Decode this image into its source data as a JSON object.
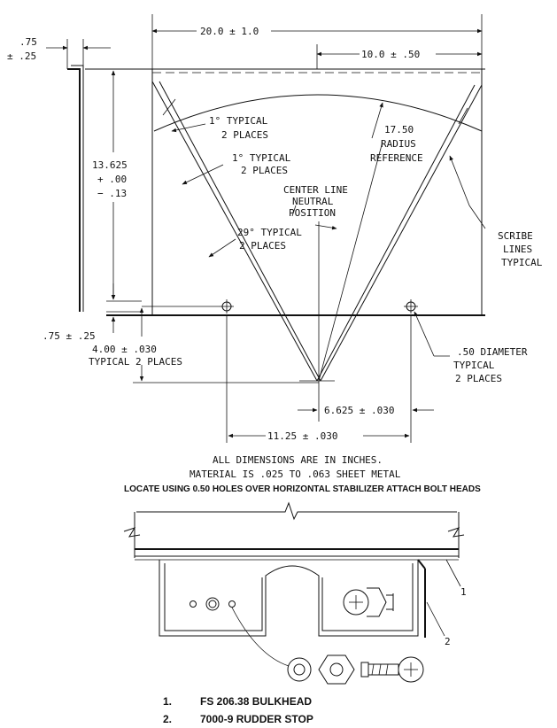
{
  "drawing": {
    "dimensions": {
      "overall_width": "20.0 ± 1.0",
      "half_width": "10.0 ± .50",
      "flange_top_a": ".75",
      "flange_top_b": "± .25",
      "height_a": "13.625",
      "height_b": "+ .00",
      "height_c": "− .13",
      "flange_bottom": ".75 ± .25",
      "hole_offset_a": "4.00 ± .030",
      "hole_offset_b": "TYPICAL 2 PLACES",
      "hole_half": "6.625 ± .030",
      "hole_span": "11.25 ± .030"
    },
    "callouts": {
      "deg1_a_1": "1° TYPICAL",
      "deg1_a_2": "2 PLACES",
      "deg1_b_1": "1° TYPICAL",
      "deg1_b_2": "2 PLACES",
      "radius_1": "17.50",
      "radius_2": "RADIUS",
      "radius_3": "REFERENCE",
      "center_1": "CENTER LINE",
      "center_2": "NEUTRAL",
      "center_3": "POSITION",
      "deg29_1": "29° TYPICAL",
      "deg29_2": "2 PLACES",
      "scribe_1": "SCRIBE",
      "scribe_2": "LINES",
      "scribe_3": "TYPICAL",
      "dia_1": ".50 DIAMETER",
      "dia_2": "TYPICAL",
      "dia_3": "2 PLACES"
    },
    "notes": {
      "line1": "ALL DIMENSIONS ARE IN INCHES.",
      "line2": "MATERIAL IS .025 TO .063 SHEET METAL",
      "line3": "LOCATE USING 0.50 HOLES OVER HORIZONTAL STABILIZER ATTACH BOLT HEADS"
    }
  },
  "assembly": {
    "ref1": "1",
    "ref2": "2"
  },
  "legend": [
    {
      "num": "1.",
      "text": "FS 206.38 BULKHEAD"
    },
    {
      "num": "2.",
      "text": "7000-9 RUDDER STOP"
    }
  ]
}
